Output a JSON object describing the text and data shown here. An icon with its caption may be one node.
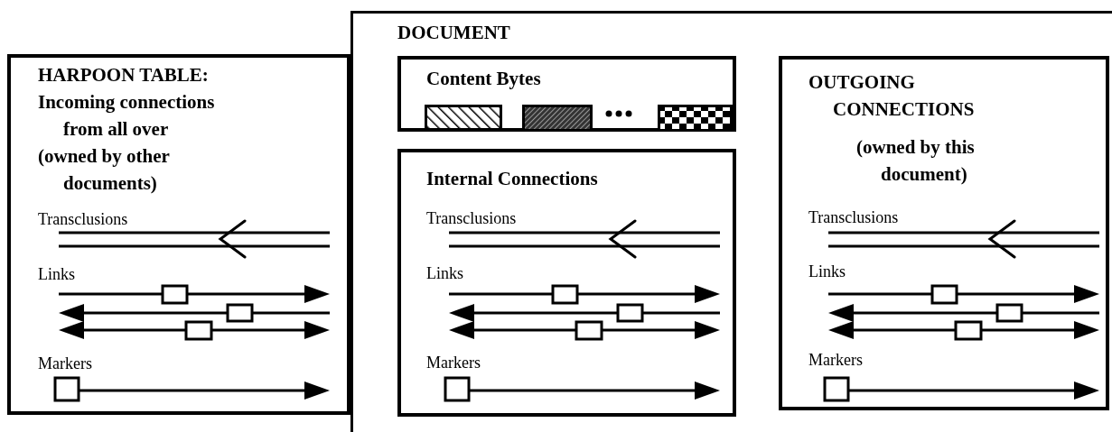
{
  "diagram": {
    "nodes": [
      {
        "text": [
          "HARPOON TABLE:",
          "Incoming connections from all over",
          "(owned by other documents)",
          "Transclusions",
          "Links",
          "Markers"
        ]
      },
      {
        "text": [
          "DOCUMENT"
        ]
      },
      {
        "text": [
          "Content Bytes"
        ],
        "in": 1
      },
      {
        "text": [
          "Internal Connections",
          "Transclusions",
          "Links",
          "Markers"
        ],
        "in": 1
      },
      {
        "text": [
          "OUTGOING CONNECTIONS",
          "(owned by this document)",
          "Transclusions",
          "Links",
          "Markers"
        ],
        "in": 1
      },
      {
        "text": [],
        "shape": "box",
        "in": 2
      },
      {
        "text": [],
        "shape": "box",
        "in": 2
      },
      {
        "text": [],
        "shape": "box",
        "in": 2
      }
    ]
  }
}
